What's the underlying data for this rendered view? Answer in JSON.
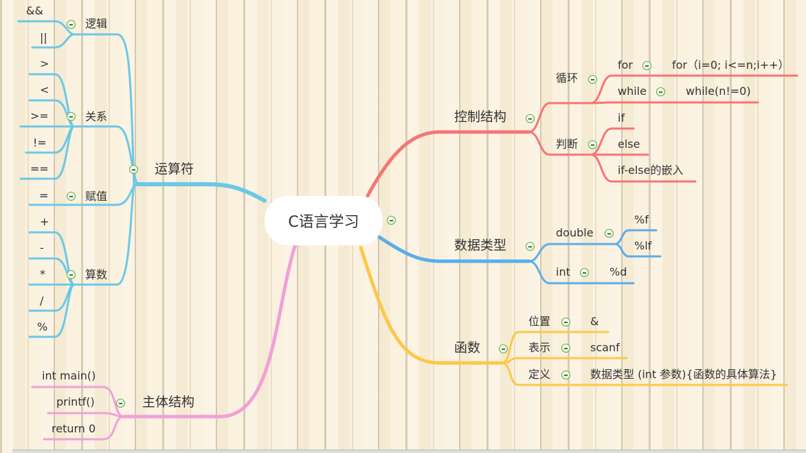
{
  "central": "C语言学习",
  "colors": {
    "operators": "#6cc8e6",
    "control": "#f87474",
    "types": "#5aaee8",
    "functions": "#fcc84a",
    "main": "#f0a0d8"
  },
  "operators": {
    "label": "运算符",
    "logic": {
      "label": "逻辑",
      "children": [
        "&&",
        "||"
      ]
    },
    "relation": {
      "label": "关系",
      "children": [
        ">",
        "<",
        ">=",
        "!=",
        "=="
      ]
    },
    "assign": {
      "label": "赋值",
      "children": [
        "="
      ]
    },
    "arith": {
      "label": "算数",
      "children": [
        "+",
        "-",
        "*",
        "/",
        "%"
      ]
    }
  },
  "control": {
    "label": "控制结构",
    "loop": {
      "label": "循环",
      "for": "for",
      "for_detail": "for（i=0; i<=n;i++）",
      "while": "while",
      "while_detail": "while(n!=0)"
    },
    "judge": {
      "label": "判断",
      "children": [
        "if",
        "else",
        "if-else的嵌入"
      ]
    }
  },
  "types": {
    "label": "数据类型",
    "double": "double",
    "double_children": [
      "%f",
      "%lf"
    ],
    "int": "int",
    "int_child": "%d"
  },
  "functions": {
    "label": "函数",
    "items": [
      {
        "label": "位置",
        "value": "&"
      },
      {
        "label": "表示",
        "value": "scanf"
      },
      {
        "label": "定义",
        "value": "数据类型 (int 参数){函数的具体算法}"
      }
    ]
  },
  "main": {
    "label": "主体结构",
    "children": [
      "int main()",
      "printf()",
      "return 0"
    ]
  }
}
